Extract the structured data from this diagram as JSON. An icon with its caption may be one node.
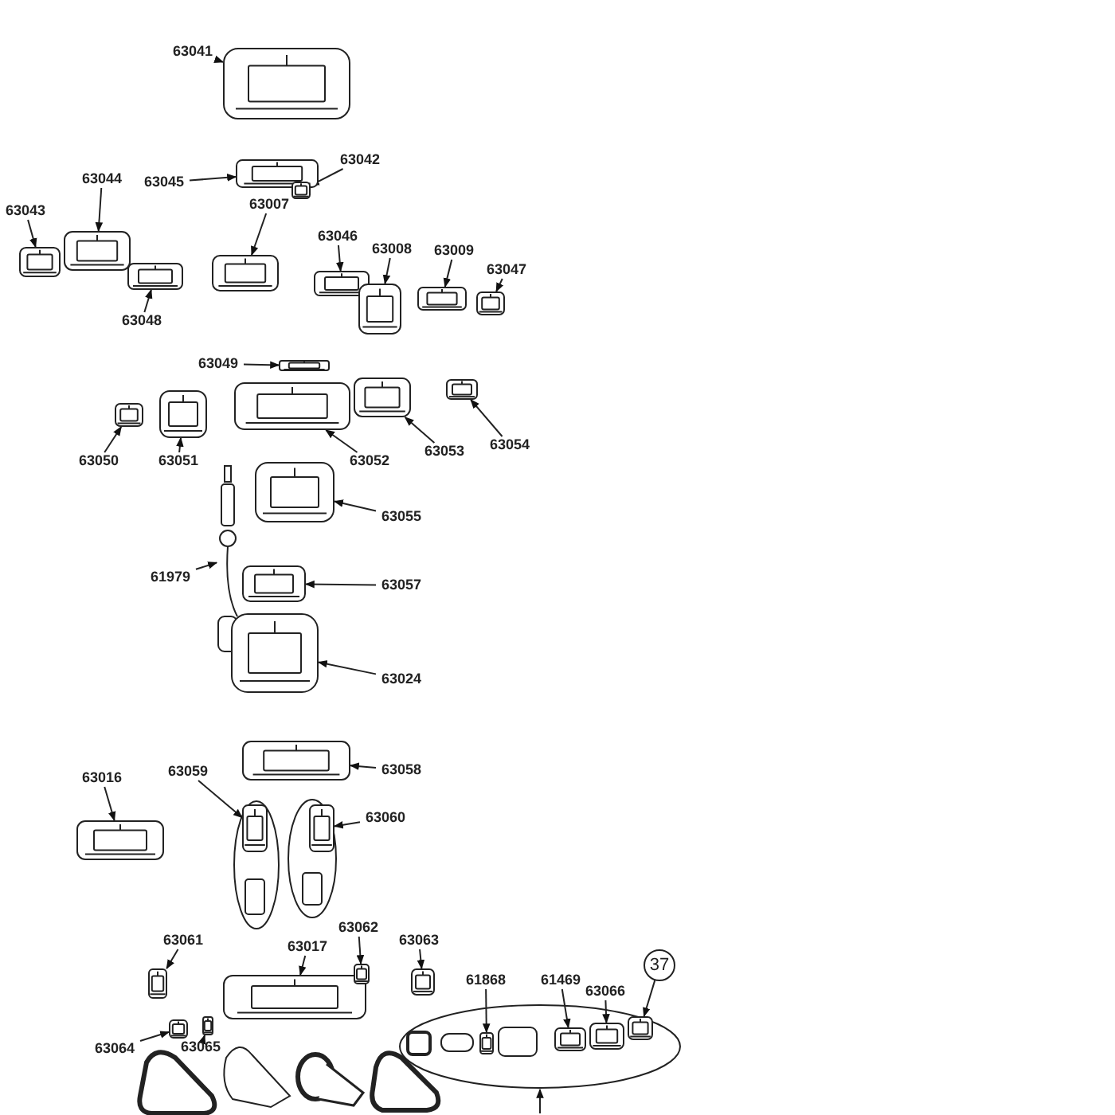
{
  "diagram": {
    "nodes": [
      {
        "text": [
          "63041"
        ]
      },
      {
        "text": [],
        "shape": "picture"
      },
      {
        "text": [
          "63045"
        ]
      },
      {
        "text": [],
        "shape": "picture"
      },
      {
        "text": [
          "63042"
        ]
      },
      {
        "text": [],
        "shape": "picture"
      },
      {
        "text": [
          "63044"
        ]
      },
      {
        "text": [],
        "shape": "picture"
      },
      {
        "text": [
          "63043"
        ]
      },
      {
        "text": [],
        "shape": "picture"
      },
      {
        "text": [
          "63007"
        ]
      },
      {
        "text": [],
        "shape": "picture"
      },
      {
        "text": [
          "63046"
        ]
      },
      {
        "text": [],
        "shape": "picture"
      },
      {
        "text": [
          "63008"
        ]
      },
      {
        "text": [],
        "shape": "picture"
      },
      {
        "text": [
          "63009"
        ]
      },
      {
        "text": [],
        "shape": "picture"
      },
      {
        "text": [
          "63047"
        ]
      },
      {
        "text": [],
        "shape": "picture"
      },
      {
        "text": [
          "63048"
        ]
      },
      {
        "text": [],
        "shape": "picture"
      },
      {
        "text": [
          "63049"
        ]
      },
      {
        "text": [],
        "shape": "picture"
      },
      {
        "text": [
          "63050"
        ]
      },
      {
        "text": [],
        "shape": "picture"
      },
      {
        "text": [
          "63051"
        ]
      },
      {
        "text": [],
        "shape": "picture"
      },
      {
        "text": [
          "63052"
        ]
      },
      {
        "text": [],
        "shape": "picture"
      },
      {
        "text": [
          "63053"
        ]
      },
      {
        "text": [],
        "shape": "picture"
      },
      {
        "text": [
          "63054"
        ]
      },
      {
        "text": [],
        "shape": "picture"
      },
      {
        "text": [
          "63055"
        ]
      },
      {
        "text": [],
        "shape": "picture"
      },
      {
        "text": [
          "61979"
        ]
      },
      {
        "text": [],
        "shape": "picture"
      },
      {
        "text": [
          "63057"
        ]
      },
      {
        "text": [],
        "shape": "picture"
      },
      {
        "text": [
          "63024"
        ]
      },
      {
        "text": [],
        "shape": "picture"
      },
      {
        "text": [
          "63016"
        ]
      },
      {
        "text": [],
        "shape": "picture"
      },
      {
        "text": [
          "63059"
        ]
      },
      {
        "text": [],
        "shape": "picture"
      },
      {
        "text": [
          "63058"
        ]
      },
      {
        "text": [],
        "shape": "picture"
      },
      {
        "text": [
          "63060"
        ]
      },
      {
        "text": [],
        "shape": "picture"
      },
      {
        "text": [
          "63061"
        ]
      },
      {
        "text": [],
        "shape": "picture"
      },
      {
        "text": [
          "63017"
        ]
      },
      {
        "text": [],
        "shape": "picture"
      },
      {
        "text": [
          "63062"
        ]
      },
      {
        "text": [],
        "shape": "picture"
      },
      {
        "text": [
          "63063"
        ]
      },
      {
        "text": [],
        "shape": "picture"
      },
      {
        "text": [
          "63064"
        ]
      },
      {
        "text": [],
        "shape": "picture"
      },
      {
        "text": [
          "63065"
        ]
      },
      {
        "text": [],
        "shape": "picture"
      },
      {
        "text": [
          "61868"
        ]
      },
      {
        "text": [],
        "shape": "ellipse"
      },
      {
        "text": [],
        "shape": "picture",
        "in": 63
      },
      {
        "text": [
          "61469"
        ]
      },
      {
        "text": [],
        "shape": "picture",
        "in": 63
      },
      {
        "text": [
          "63066"
        ]
      },
      {
        "text": [],
        "shape": "picture",
        "in": 63
      },
      {
        "text": [
          "37"
        ]
      },
      {
        "text": [],
        "shape": "picture",
        "in": 63
      }
    ],
    "edges": [
      {
        "from": 0,
        "to": 1,
        "arrow": "to"
      },
      {
        "from": 2,
        "to": 3,
        "arrow": "to"
      },
      {
        "from": 4,
        "to": 5,
        "arrow": "to"
      },
      {
        "from": 6,
        "to": 7,
        "arrow": "to"
      },
      {
        "from": 8,
        "to": 9,
        "arrow": "to"
      },
      {
        "from": 10,
        "to": 11,
        "arrow": "to"
      },
      {
        "from": 12,
        "to": 13,
        "arrow": "to"
      },
      {
        "from": 14,
        "to": 15,
        "arrow": "to"
      },
      {
        "from": 16,
        "to": 17,
        "arrow": "to"
      },
      {
        "from": 18,
        "to": 19,
        "arrow": "to"
      },
      {
        "from": 20,
        "to": 21,
        "arrow": "to"
      },
      {
        "from": 22,
        "to": 23,
        "arrow": "to"
      },
      {
        "from": 24,
        "to": 25,
        "arrow": "to"
      },
      {
        "from": 26,
        "to": 27,
        "arrow": "to"
      },
      {
        "from": 28,
        "to": 29,
        "arrow": "to"
      },
      {
        "from": 30,
        "to": 31,
        "arrow": "to"
      },
      {
        "from": 32,
        "to": 33,
        "arrow": "to"
      },
      {
        "from": 34,
        "to": 35,
        "arrow": "to"
      },
      {
        "from": 36,
        "to": 37,
        "arrow": "to"
      },
      {
        "from": 38,
        "to": 39,
        "arrow": "to"
      },
      {
        "from": 40,
        "to": 41,
        "arrow": "to"
      },
      {
        "from": 42,
        "to": 43,
        "arrow": "to"
      },
      {
        "from": 44,
        "to": 45,
        "arrow": "to"
      },
      {
        "from": 46,
        "to": 47,
        "arrow": "to"
      },
      {
        "from": 48,
        "to": 49,
        "arrow": "to"
      },
      {
        "from": 50,
        "to": 51,
        "arrow": "to"
      },
      {
        "from": 52,
        "to": 53,
        "arrow": "to"
      },
      {
        "from": 54,
        "to": 55,
        "arrow": "to"
      },
      {
        "from": 56,
        "to": 57,
        "arrow": "to"
      },
      {
        "from": 58,
        "to": 59,
        "arrow": "to"
      },
      {
        "from": 60,
        "to": 61,
        "arrow": "to"
      },
      {
        "from": 62,
        "to": 64,
        "arrow": "to"
      },
      {
        "from": 65,
        "to": 66,
        "arrow": "to"
      },
      {
        "from": 67,
        "to": 68,
        "arrow": "to"
      },
      {
        "from": 69,
        "to": 70,
        "arrow": "to"
      },
      {
        "from": null,
        "to": 63,
        "arrow": "to"
      }
    ]
  }
}
